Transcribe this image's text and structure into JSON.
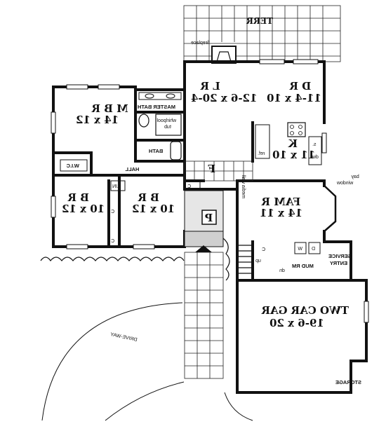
{
  "rooms": {
    "terr": {
      "name": "TERR"
    },
    "fireplace": {
      "name": "fireplace"
    },
    "lr": {
      "name": "L R",
      "size": "12-6 x 20-4"
    },
    "dr": {
      "name": "D R",
      "size": "11-4 x 10"
    },
    "mbr": {
      "name": "M B R",
      "size": "14 x 12"
    },
    "master_bath": {
      "name": "MASTER BATH"
    },
    "whirlpool": {
      "line1": "whirlpool",
      "line2": "tub"
    },
    "bath": {
      "name": "BATH"
    },
    "k": {
      "name": "K",
      "size": "11 x 10"
    },
    "ref": {
      "name": "ref."
    },
    "dw": {
      "name": "dw"
    },
    "s": {
      "name": "s."
    },
    "wic": {
      "name": "W.I.C"
    },
    "hall": {
      "name": "HALL"
    },
    "f": {
      "name": "F"
    },
    "br_left": {
      "name": "B R",
      "size": "10 x 12"
    },
    "br_mid": {
      "name": "B R",
      "size": "10 x 12"
    },
    "lin": {
      "name": "LIN"
    },
    "c_closet": {
      "name": "C"
    },
    "c_closet2": {
      "name": "C"
    },
    "c_closet3": {
      "name": "C"
    },
    "fam_r": {
      "name": "FAM R",
      "size": "14 x 11"
    },
    "bay_window": {
      "line1": "bay",
      "line2": "window"
    },
    "media_wall": {
      "name": "media wall"
    },
    "p": {
      "name": "P"
    },
    "w": {
      "name": "W"
    },
    "d": {
      "name": "D"
    },
    "up": {
      "name": "up"
    },
    "c_mud": {
      "name": "C"
    },
    "dn": {
      "name": "dn"
    },
    "mud_rm": {
      "name": "MUD RM"
    },
    "service_entry": {
      "line1": "SERVICE",
      "line2": "ENTRY"
    },
    "garage": {
      "name": "TWO CAR GAR",
      "size": "19-6 x 20"
    },
    "storage": {
      "name": "STORAGE"
    },
    "driveway": {
      "name": "DRIVE-WAY"
    }
  }
}
